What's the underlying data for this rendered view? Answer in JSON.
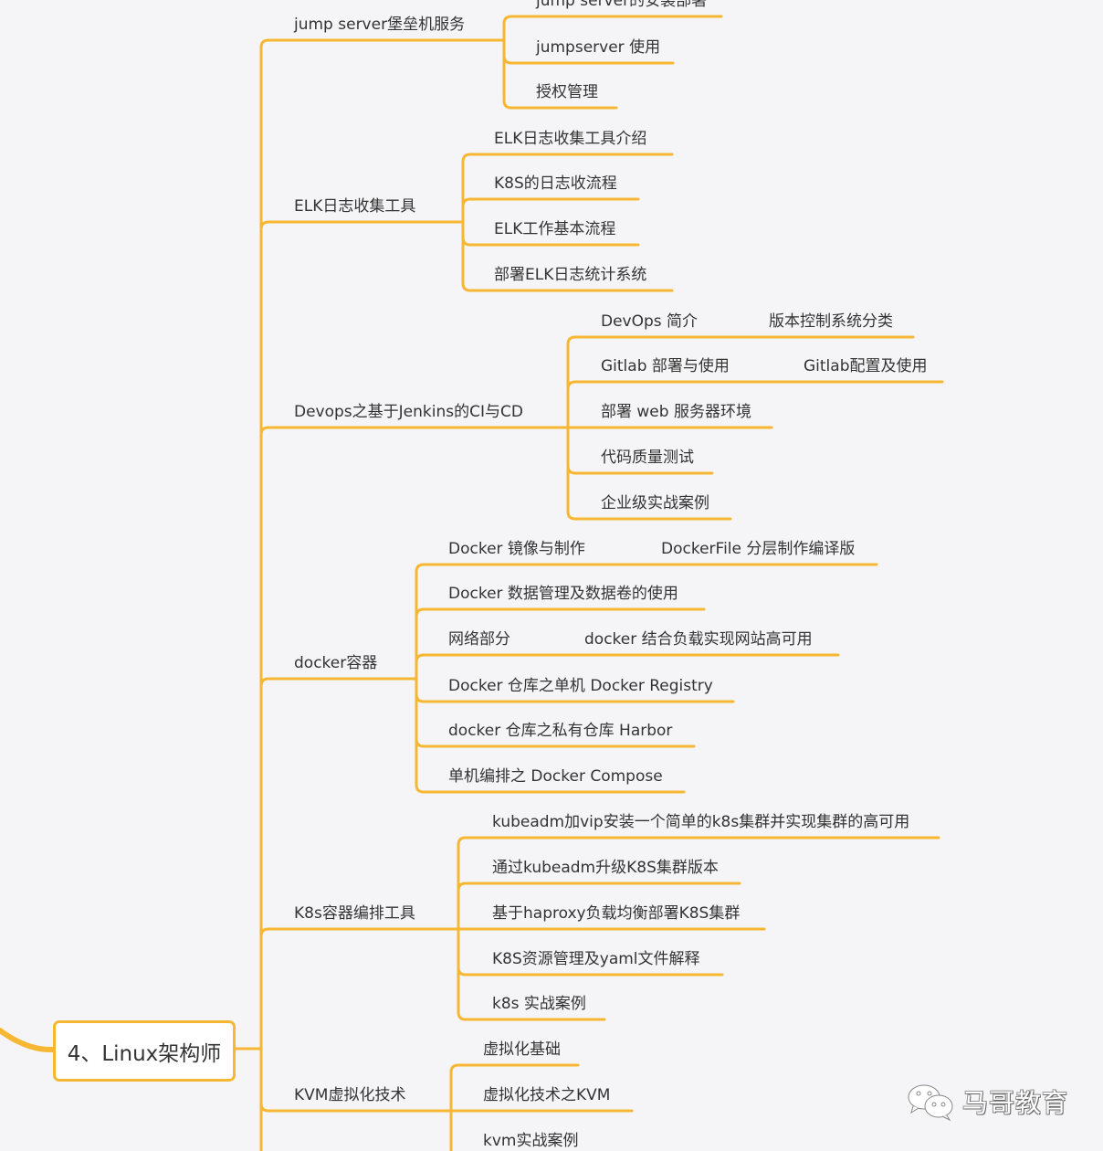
{
  "root": {
    "label": "4、Linux架构师"
  },
  "colors": {
    "branch": "#f7b733",
    "text": "#333333",
    "background": "#f5f5f7"
  },
  "branches": [
    {
      "label": "jump server堡垒机服务",
      "children": [
        {
          "label": "jump server的安装部署"
        },
        {
          "label": "jumpserver 使用"
        },
        {
          "label": "授权管理"
        }
      ]
    },
    {
      "label": "ELK日志收集工具",
      "children": [
        {
          "label": "ELK日志收集工具介绍"
        },
        {
          "label": "K8S的日志收流程"
        },
        {
          "label": "ELK工作基本流程"
        },
        {
          "label": "部署ELK日志统计系统"
        }
      ]
    },
    {
      "label": "Devops之基于Jenkins的CI与CD",
      "children": [
        {
          "label": "DevOps 简介",
          "sub": "版本控制系统分类"
        },
        {
          "label": "Gitlab 部署与使用",
          "sub": "Gitlab配置及使用"
        },
        {
          "label": "部署 web 服务器环境"
        },
        {
          "label": "代码质量测试"
        },
        {
          "label": "企业级实战案例"
        }
      ]
    },
    {
      "label": "docker容器",
      "children": [
        {
          "label": "Docker 镜像与制作",
          "sub": "DockerFile 分层制作编译版"
        },
        {
          "label": "Docker 数据管理及数据卷的使用"
        },
        {
          "label": "网络部分",
          "sub": "docker 结合负载实现网站高可用"
        },
        {
          "label": "Docker 仓库之单机 Docker Registry"
        },
        {
          "label": "docker 仓库之私有仓库 Harbor"
        },
        {
          "label": "单机编排之 Docker Compose"
        }
      ]
    },
    {
      "label": "K8s容器编排工具",
      "children": [
        {
          "label": "kubeadm加vip安装一个简单的k8s集群并实现集群的高可用"
        },
        {
          "label": "通过kubeadm升级K8S集群版本"
        },
        {
          "label": "基于haproxy负载均衡部署K8S集群"
        },
        {
          "label": "K8S资源管理及yaml文件解释"
        },
        {
          "label": "k8s 实战案例"
        }
      ]
    },
    {
      "label": "KVM虚拟化技术",
      "children": [
        {
          "label": "虚拟化基础"
        },
        {
          "label": "虚拟化技术之KVM"
        },
        {
          "label": "kvm实战案例"
        }
      ]
    }
  ],
  "watermark": {
    "label": "马哥教育",
    "icon": "wechat-icon"
  }
}
